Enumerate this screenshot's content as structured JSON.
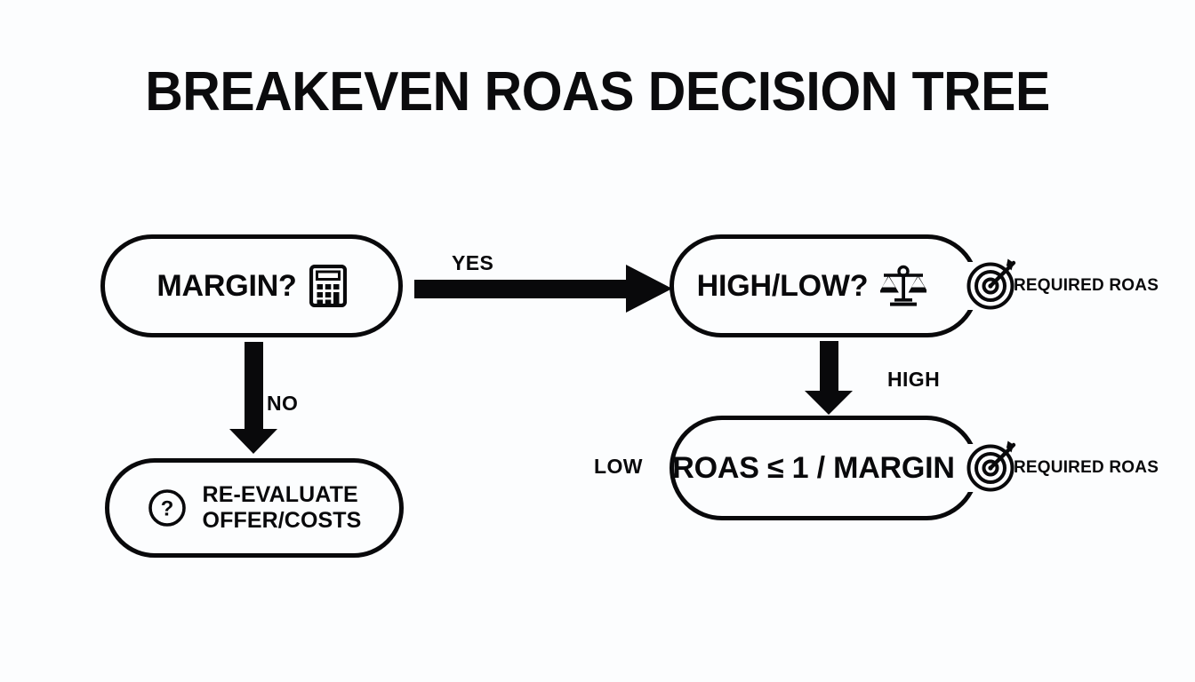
{
  "page": {
    "title": "BREAKEVEN ROAS DECISION TREE",
    "background_color": "#fcfdfe",
    "ink_color": "#09090b"
  },
  "nodes": [
    {
      "id": "margin",
      "label": "MARGIN?",
      "icons": [
        "calculator-icon"
      ],
      "shape": "pill"
    },
    {
      "id": "highlow",
      "label": "HIGH/LOW?",
      "icons": [
        "balance-scale-icon",
        "target-icon"
      ],
      "shape": "pill",
      "annotation": "REQUIRED ROAS"
    },
    {
      "id": "reevaluate",
      "label_line1": "RE-EVALUATE",
      "label_line2": "OFFER/COSTS",
      "icons": [
        "question-circle-icon"
      ],
      "shape": "pill"
    },
    {
      "id": "formula",
      "label": "ROAS ≤ 1 / MARGIN",
      "icons": [
        "target-icon"
      ],
      "shape": "pill",
      "annotation": "REQUIRED ROAS"
    }
  ],
  "edges": [
    {
      "id": "yes",
      "label": "YES",
      "from": "margin",
      "to": "highlow",
      "direction": "right"
    },
    {
      "id": "no",
      "label": "NO",
      "from": "margin",
      "to": "reevaluate",
      "direction": "down"
    },
    {
      "id": "high",
      "label": "HIGH",
      "from": "highlow",
      "to": "formula",
      "direction": "down"
    },
    {
      "id": "low",
      "label": "LOW",
      "from": "highlow",
      "to": "formula",
      "direction": "none"
    }
  ]
}
